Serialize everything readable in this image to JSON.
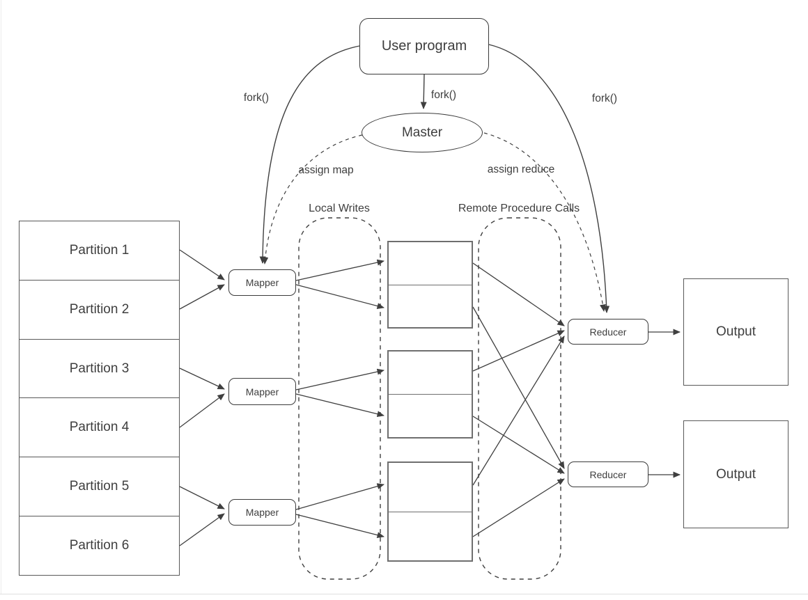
{
  "diagram": {
    "nodes": {
      "user_program": "User program",
      "master": "Master",
      "mapper_1": "Mapper",
      "mapper_2": "Mapper",
      "mapper_3": "Mapper",
      "reducer_1": "Reducer",
      "reducer_2": "Reducer",
      "output_1": "Output",
      "output_2": "Output"
    },
    "partitions": [
      "Partition 1",
      "Partition 2",
      "Partition 3",
      "Partition 4",
      "Partition 5",
      "Partition 6"
    ],
    "edge_labels": {
      "fork_left": "fork()",
      "fork_center": "fork()",
      "fork_right": "fork()",
      "assign_map": "assign map",
      "assign_reduce": "assign reduce"
    },
    "group_labels": {
      "local_writes": "Local Writes",
      "remote_procedure_calls": "Remote Procedure Calls"
    },
    "colors": {
      "stroke": "#3f3f3f",
      "text": "#3e3e3e",
      "outer_box_border": "#585858",
      "intermediate_border": "#6e6e6e",
      "background": "#ffffff"
    }
  }
}
